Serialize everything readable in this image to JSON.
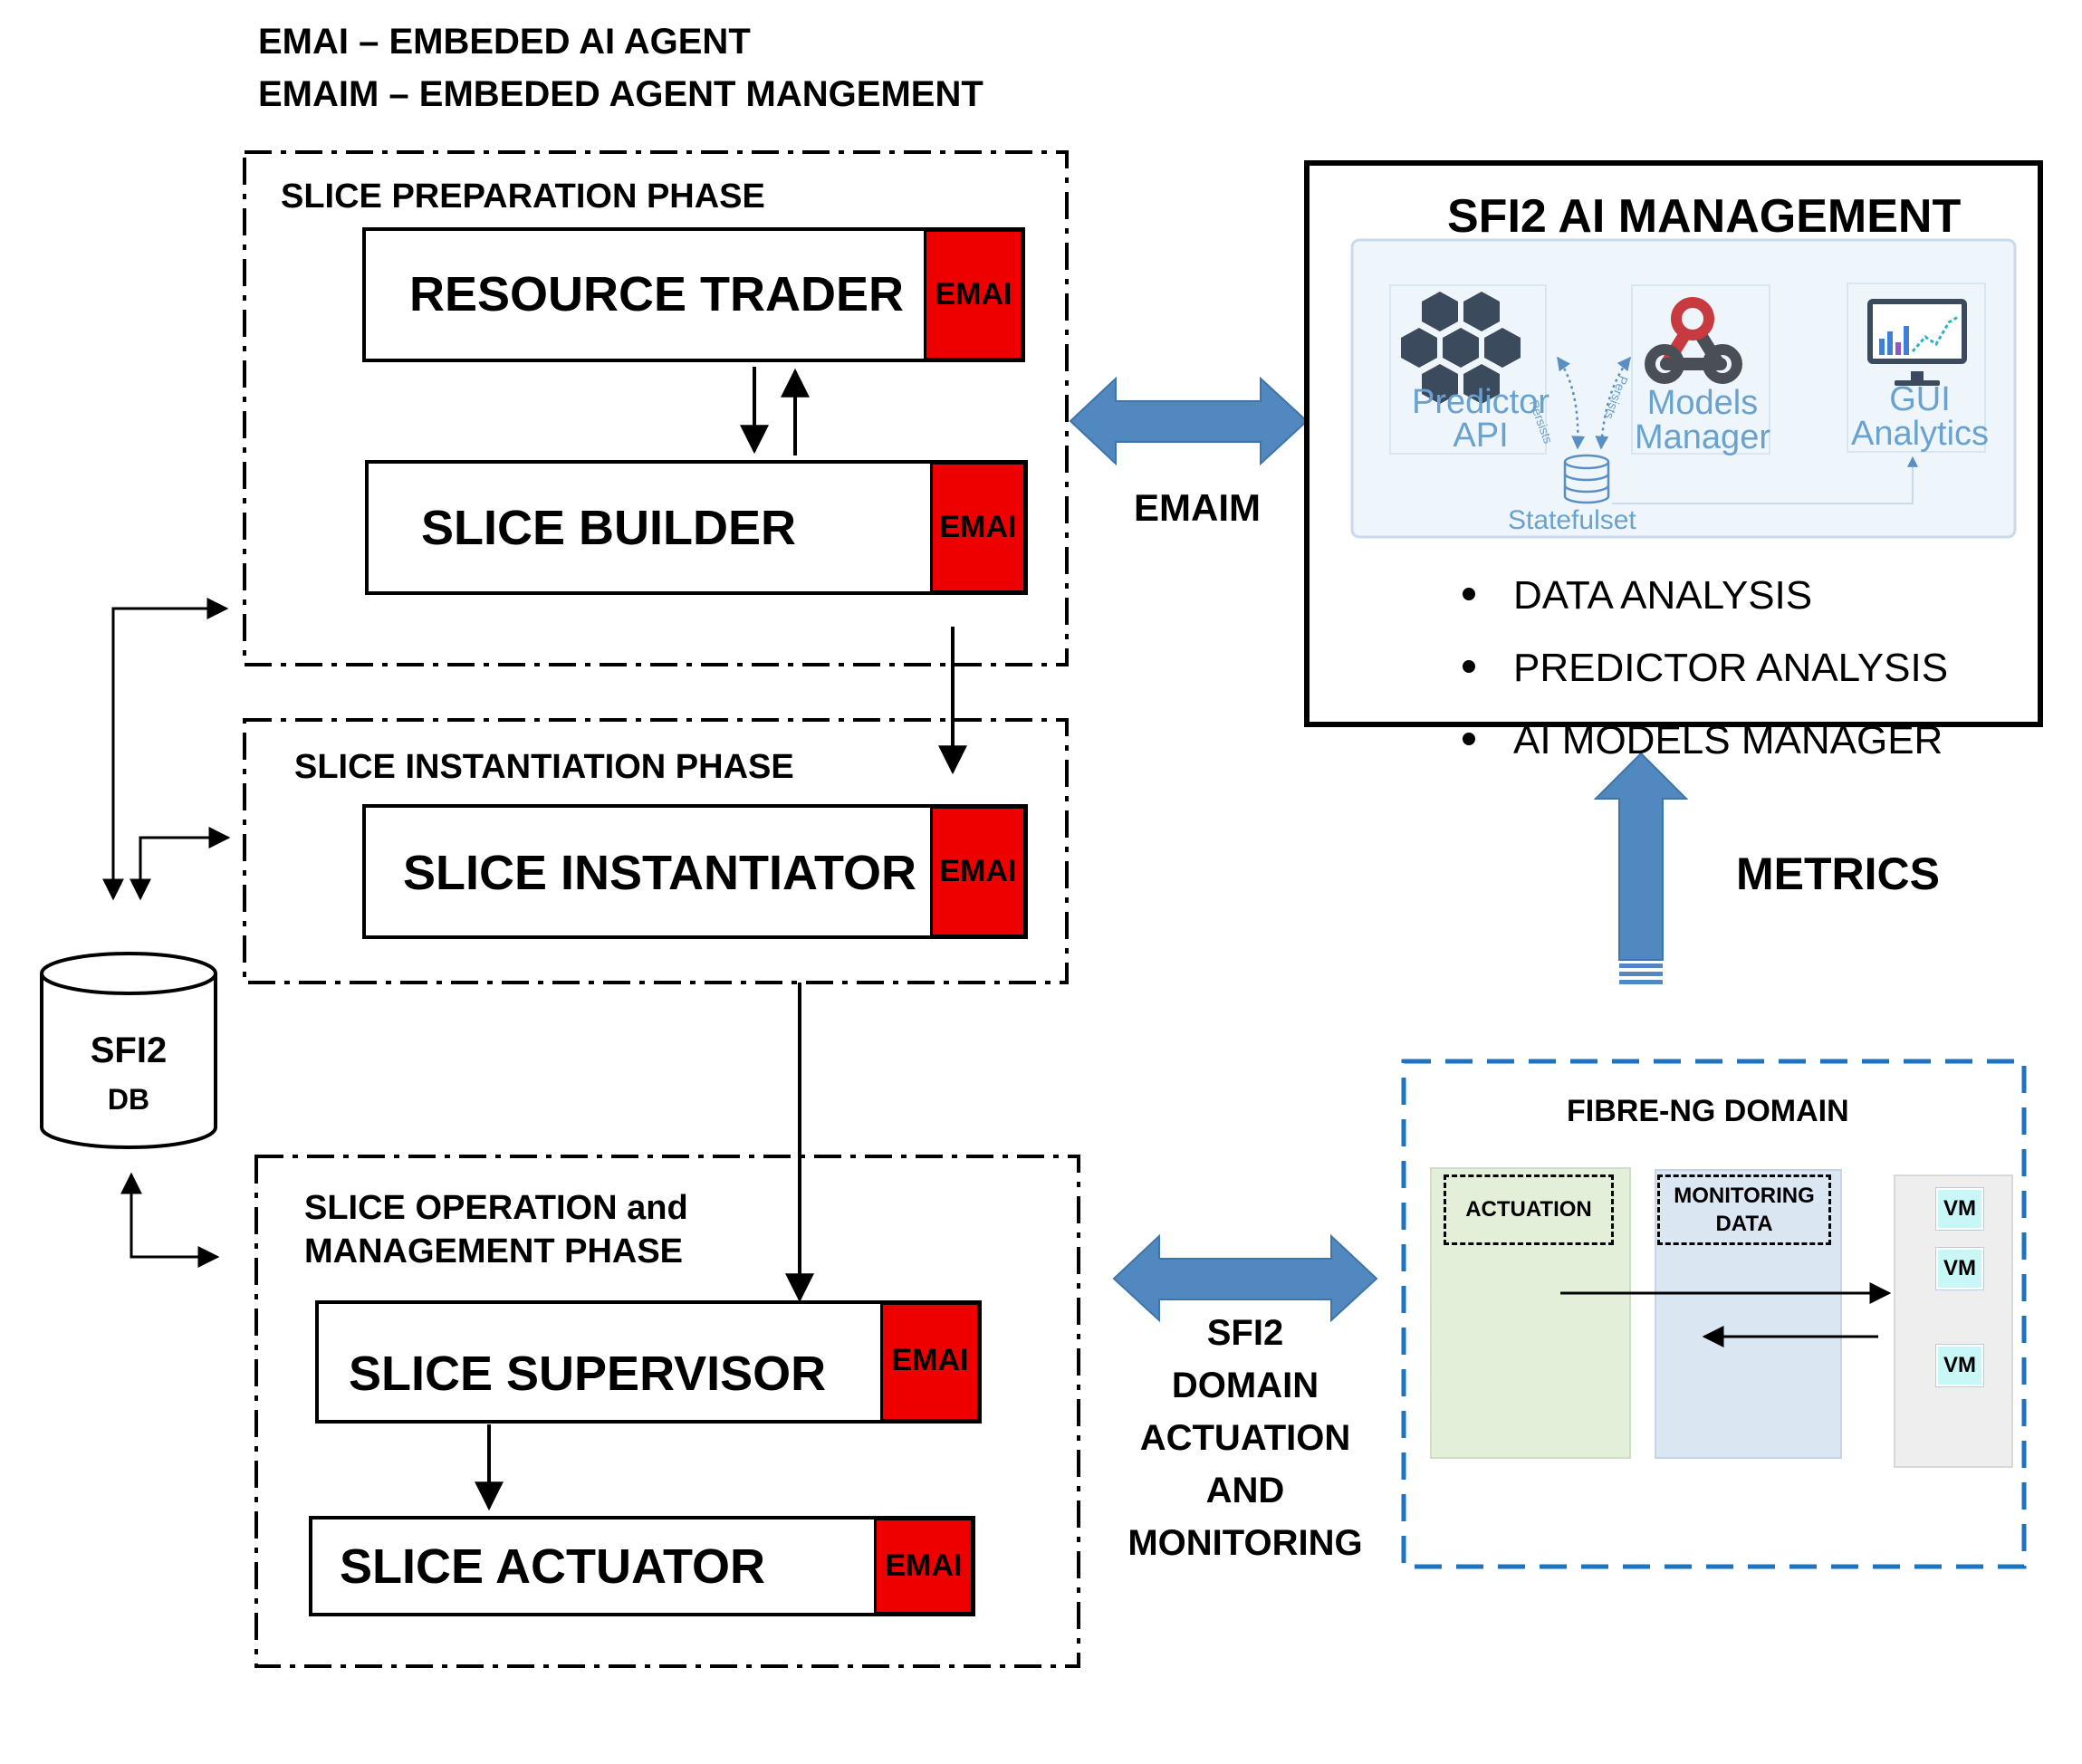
{
  "legend": {
    "line1": "EMAI – EMBEDED AI AGENT",
    "line2": "EMAIM – EMBEDED AGENT  MANGEMENT"
  },
  "phases": {
    "preparation": {
      "title": "SLICE PREPARATION PHASE",
      "resource_trader": "RESOURCE TRADER",
      "slice_builder": "SLICE BUILDER"
    },
    "instantiation": {
      "title": "SLICE INSTANTIATION PHASE",
      "slice_instantiator": "SLICE INSTANTIATOR"
    },
    "operation": {
      "title_line1": "SLICE OPERATION and",
      "title_line2": "MANAGEMENT PHASE",
      "slice_supervisor": "SLICE SUPERVISOR",
      "slice_actuator": "SLICE ACTUATOR"
    }
  },
  "emai_label": "EMAI",
  "database": {
    "line1": "SFI2",
    "line2": "DB"
  },
  "emaim_label": "EMAIM",
  "ai_management": {
    "title": "SFI2 AI MANAGEMENT",
    "predictor_line1": "Predictor",
    "predictor_line2": "API",
    "models_line1": "Models",
    "models_line2": "Manager",
    "gui_line1": "GUI",
    "gui_line2": "Analytics",
    "statefulset": "Statefulset",
    "persist_left": "Persists",
    "persist_right": "Persists",
    "bullets": [
      "DATA ANALYSIS",
      "PREDICTOR ANALYSIS",
      "AI MODELS MANAGER"
    ]
  },
  "metrics_label": "METRICS",
  "domain_link": {
    "line1": "SFI2",
    "line2": "DOMAIN",
    "line3": "ACTUATION",
    "line4": "AND",
    "line5": "MONITORING"
  },
  "fibre": {
    "title": "FIBRE-NG DOMAIN",
    "actuation": "ACTUATION",
    "monitoring_line1": "MONITORING",
    "monitoring_line2": "DATA",
    "vm": "VM"
  },
  "colors": {
    "emai_red": "#ee0000",
    "arrow_blue": "#5088bf",
    "fibre_border": "#1e73be",
    "actuation_panel": "#e3efd8",
    "monitoring_panel": "#dbe6f3",
    "vm_panel": "#eeeeee",
    "vm_box": "#c9f6f6"
  }
}
